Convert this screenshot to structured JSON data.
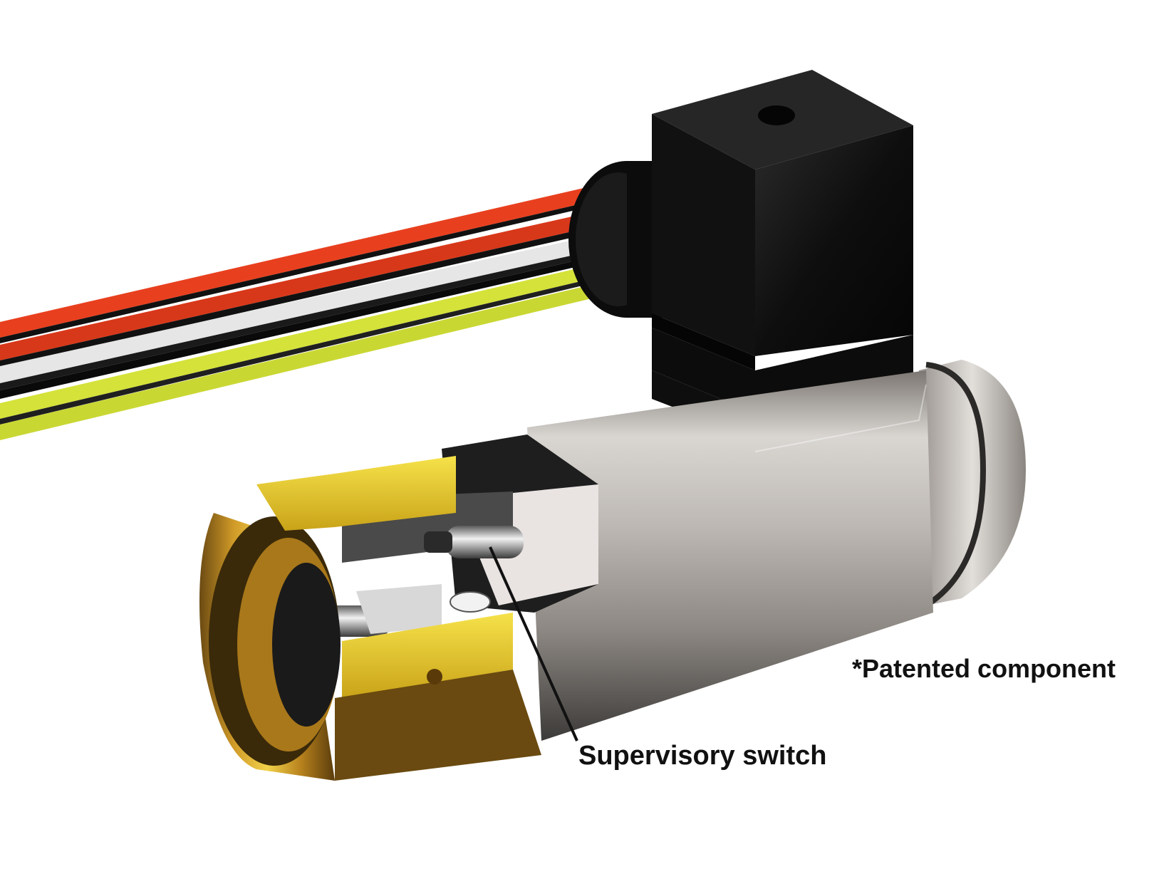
{
  "labels": {
    "supervisory_switch": "Supervisory switch",
    "patented_component": "*Patented component"
  },
  "colors": {
    "background": "#ffffff",
    "wire_red": "#e8401f",
    "wire_white": "#e6e6e6",
    "wire_black": "#111111",
    "wire_yellow_green": "#d4e23a",
    "connector_black": "#0c0c0c",
    "gasket_red": "#e01010",
    "steel_body": "#b8b3ae",
    "brass_cutaway": "#e0b22a",
    "leader_line": "#111111"
  },
  "icons": {
    "connector": "din-connector-icon",
    "body": "cylindrical-valve-body"
  }
}
